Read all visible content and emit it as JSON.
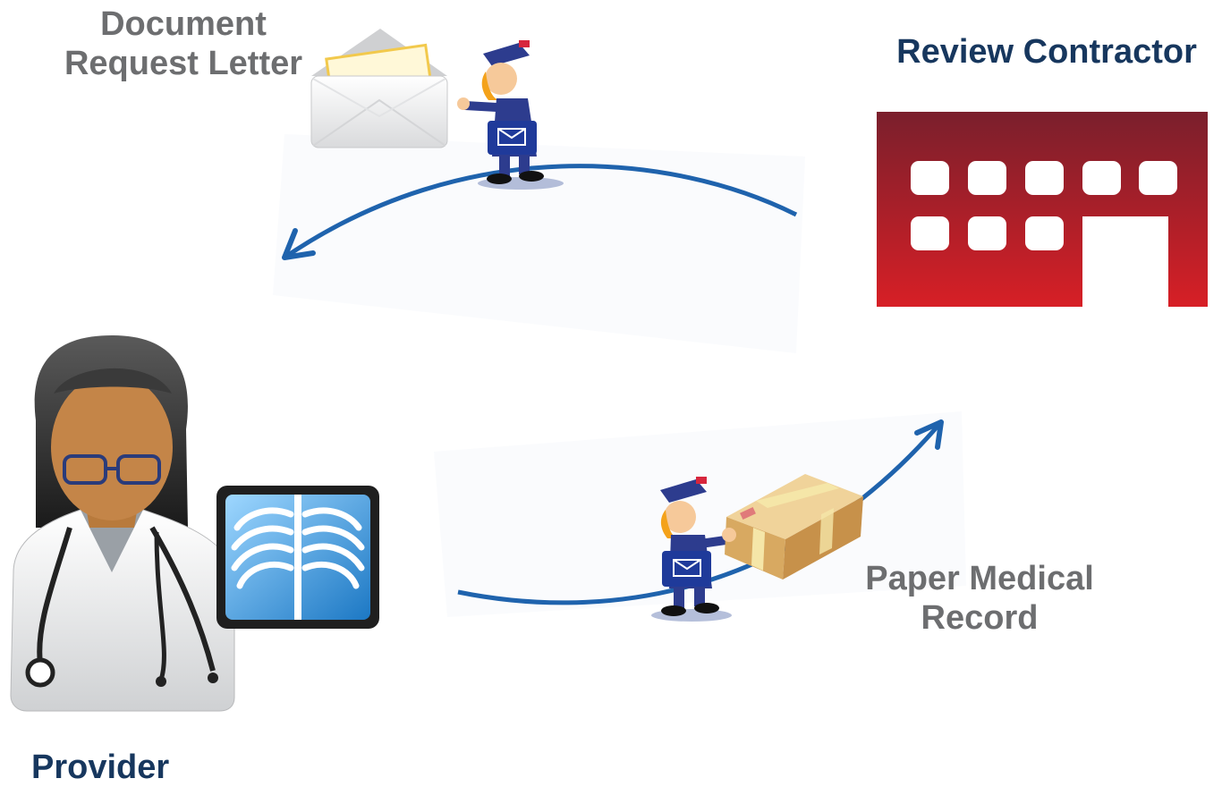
{
  "labels": {
    "document_request_letter": [
      "Document",
      "Request Letter"
    ],
    "review_contractor": "Review Contractor",
    "paper_medical_record": [
      "Paper Medical",
      "Record"
    ],
    "provider": "Provider"
  },
  "colors": {
    "arrow": "#1f63ad",
    "label_grey": "#6d6e70",
    "label_navy": "#17375e",
    "building_top": "#7a1f2c",
    "building_bottom": "#d71f26"
  },
  "icons": [
    "envelope-icon",
    "mail-carrier-icon",
    "building-icon",
    "doctor-icon",
    "xray-icon",
    "package-icon"
  ]
}
